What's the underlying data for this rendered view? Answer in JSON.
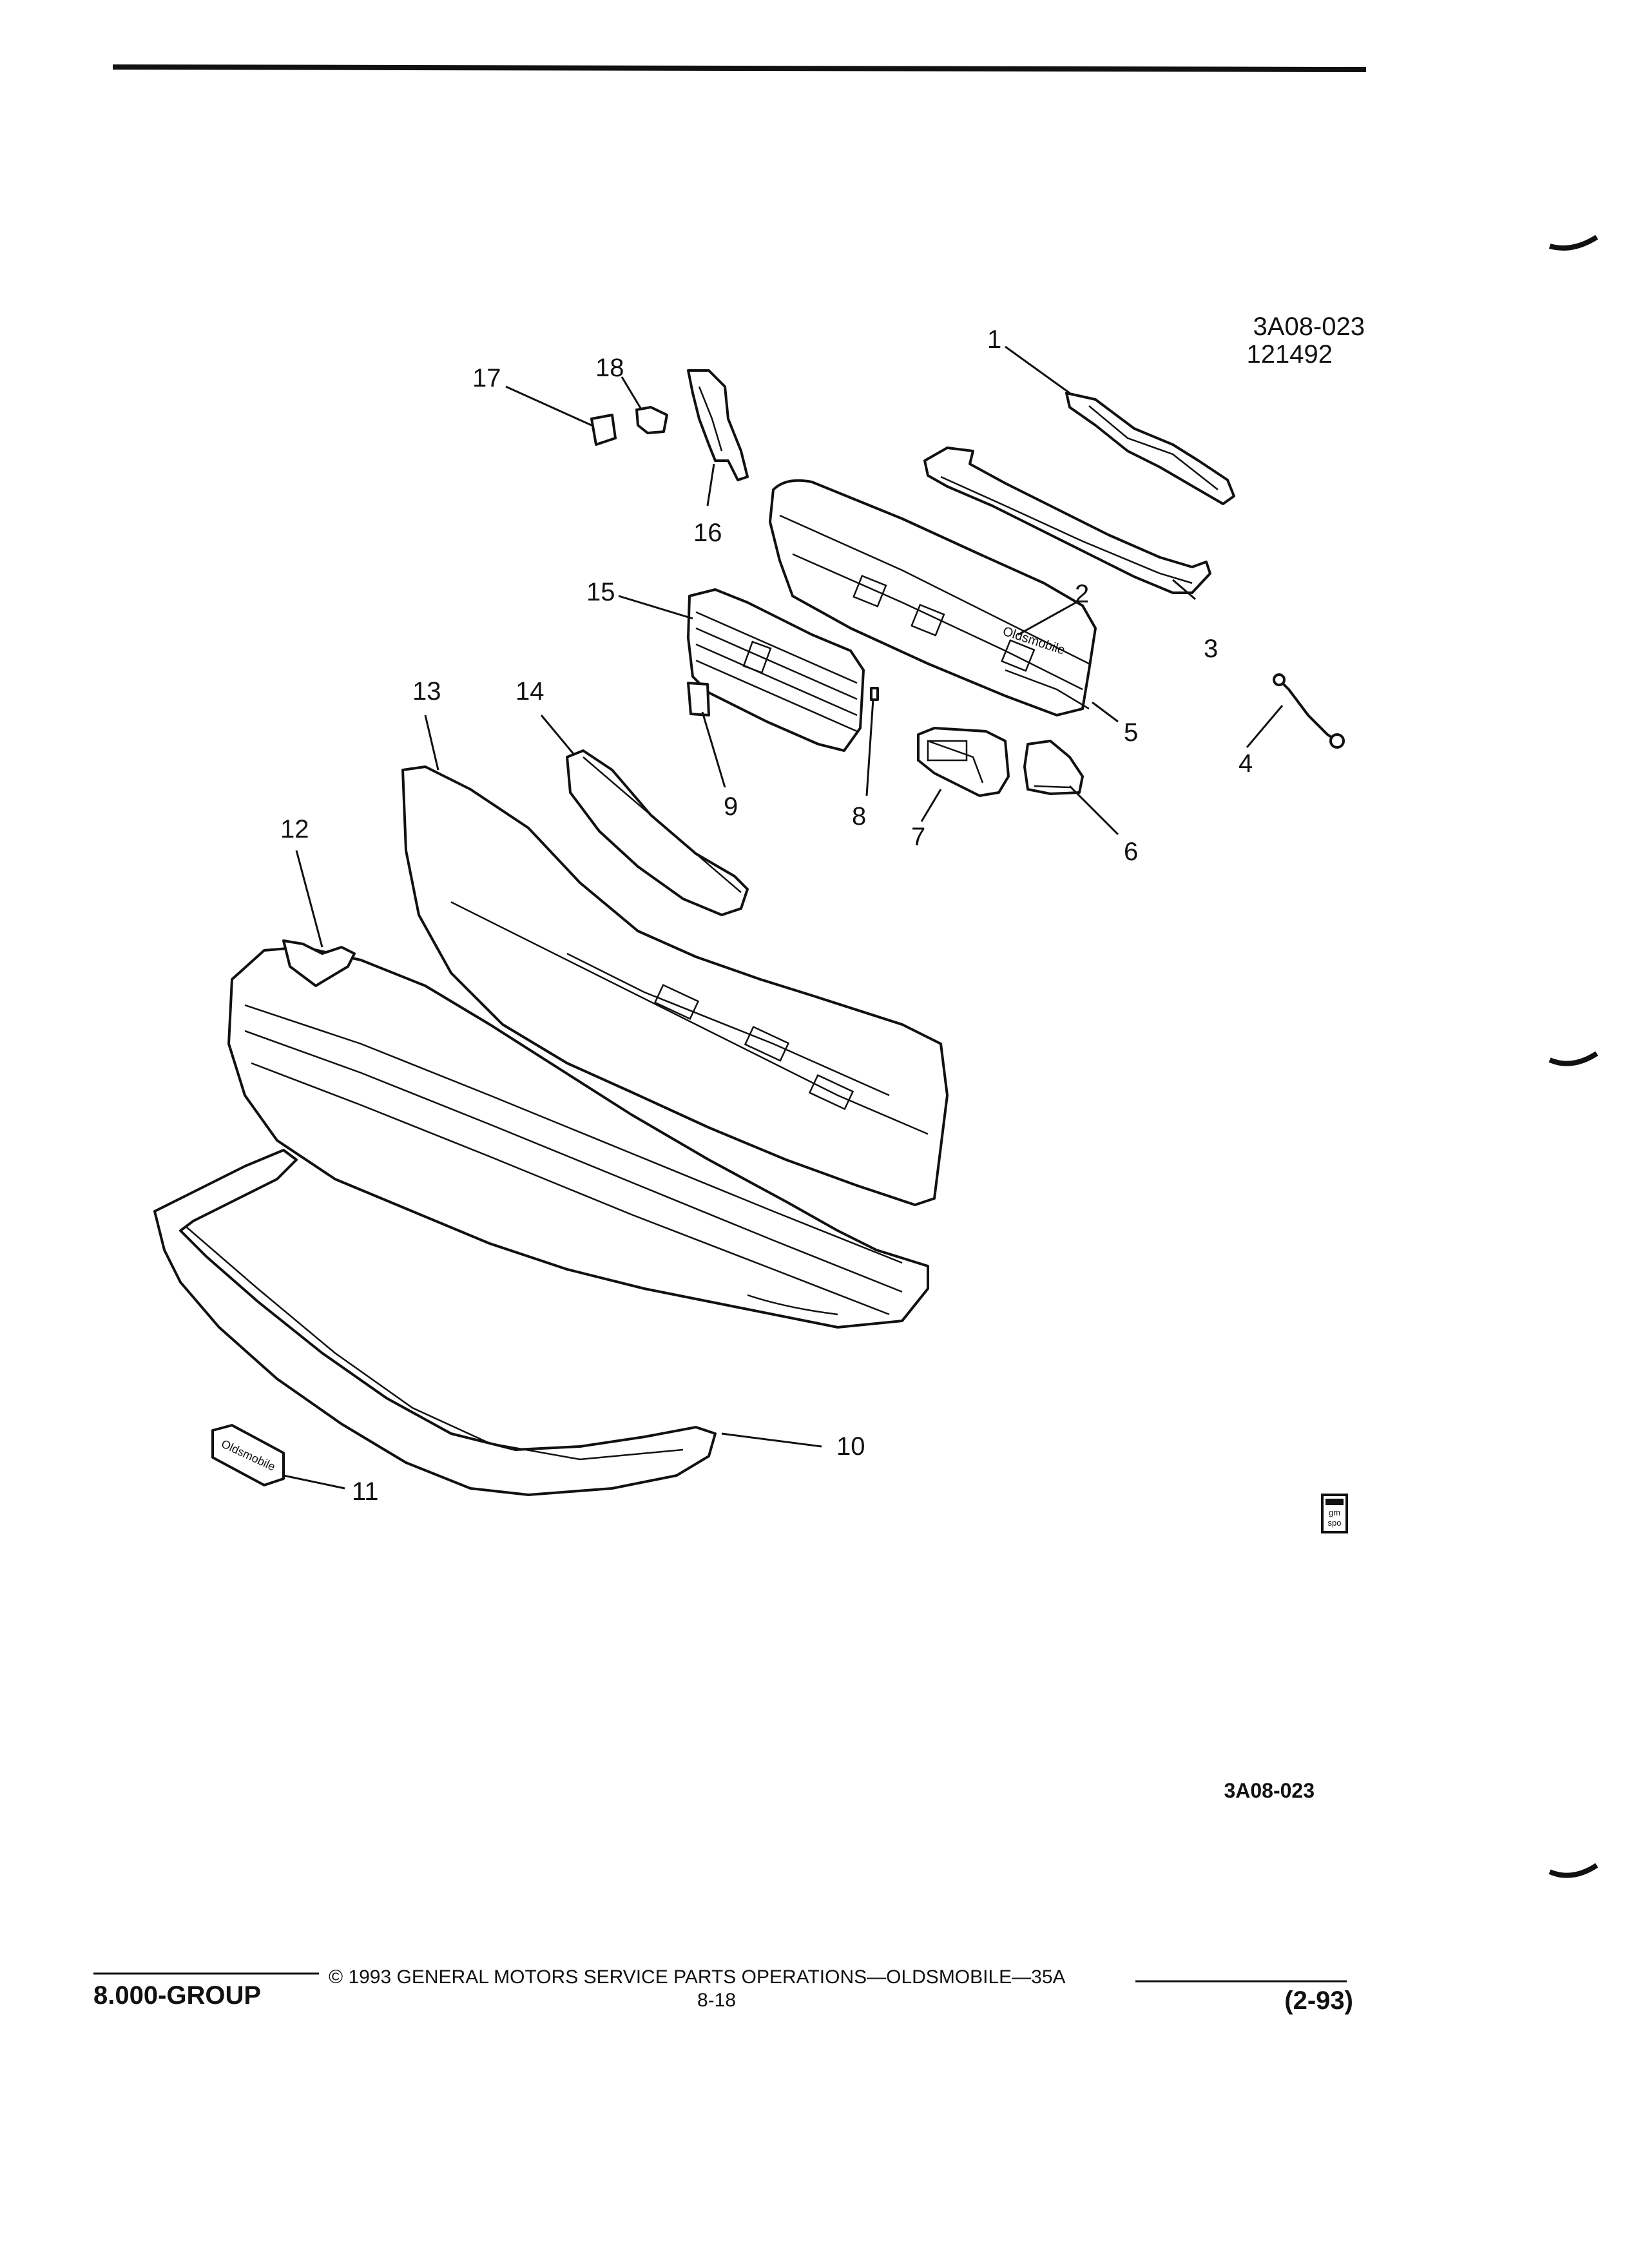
{
  "header": {
    "figure_id": "3A08-023",
    "figure_date": "121492"
  },
  "callouts": [
    "1",
    "2",
    "3",
    "4",
    "5",
    "6",
    "7",
    "8",
    "9",
    "10",
    "11",
    "12",
    "13",
    "14",
    "15",
    "16",
    "17",
    "18"
  ],
  "badge_emblem": "Oldsmobile",
  "plate_emblem": "Oldsmobile",
  "corner_logo": {
    "line1": "gm",
    "line2": "spo"
  },
  "figure_caption": "3A08-023",
  "footer": {
    "copyright": "© 1993 GENERAL MOTORS SERVICE PARTS OPERATIONS—OLDSMOBILE—35A",
    "group": "8.000-GROUP",
    "page": "8-18",
    "revision": "(2-93)"
  }
}
